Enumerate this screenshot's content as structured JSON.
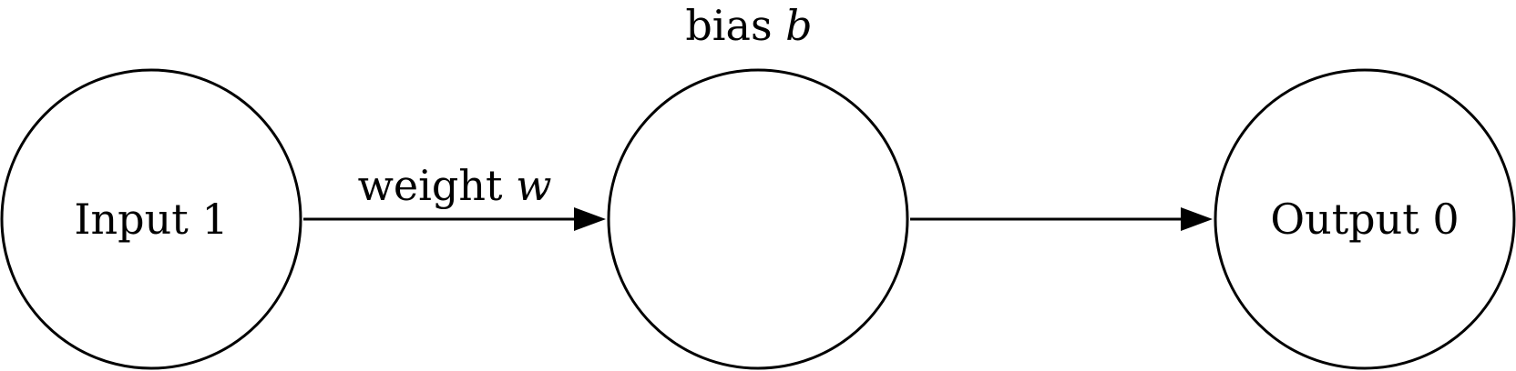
{
  "nodes": {
    "input": {
      "label": "Input 1"
    },
    "neuron": {
      "label": ""
    },
    "output": {
      "label": "Output 0"
    }
  },
  "annotations": {
    "bias": {
      "text": "bias ",
      "symbol": "b"
    },
    "weight": {
      "text": "weight ",
      "symbol": "w"
    }
  }
}
